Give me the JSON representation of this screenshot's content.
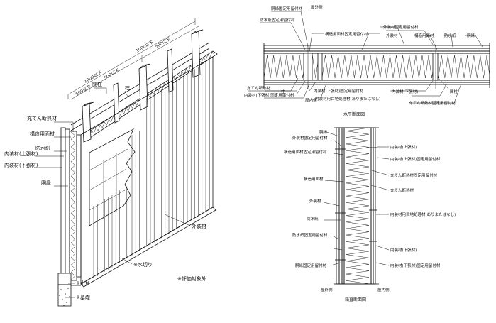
{
  "perspective": {
    "dims": {
      "d1000a": "1000以下",
      "d1000b": "1000以下",
      "d500a": "500以下",
      "d500b": "500以下",
      "d500c": "500以下"
    },
    "labels": {
      "pillar": "柱",
      "stud": "間柱",
      "insulation": "充てん断熱材",
      "structural_board": "構造用面材",
      "waterproof_sheet": "防水紙",
      "inner_upper": "内装材(上張材)",
      "inner_lower": "内装材(下張材)",
      "lath": "胴縁",
      "exterior": "外装材",
      "flashing": "※水切り",
      "sill": "※土台",
      "foundation": "※基礎",
      "note": "※評価対象外"
    }
  },
  "plan": {
    "labels": {
      "outdoor_side": "屋外側",
      "indoor_side": "屋内側",
      "lath_fixing": "胴縁固定用留付材",
      "waterproof_fixing": "防水紙固定用留付材",
      "structural_fixing": "構造用面材固定用留付材",
      "exterior_fixing": "外装材固定用留付材",
      "exterior": "外装材",
      "structural_board": "構造用面材",
      "waterproof_sheet": "防水紙",
      "lath": "胴縁",
      "insulation": "充てん断熱材",
      "pillar": "柱",
      "inner_upper_fixing": "内装材(上張材)固定用留付材",
      "inner_lower_fixing": "内装材(下張材)固定用留付材",
      "inner_joint": "内装材用目地処理材(ありまたはなし)",
      "inner_lower": "内装材(下張材)",
      "stud": "間柱",
      "insulation_fixing": "充てん断熱材固定用留付材"
    },
    "caption": "水平断面図"
  },
  "section": {
    "labels": {
      "lath": "胴縁",
      "exterior_fixing": "外装材固定用留付材",
      "inner_upper": "内装材(上張材)",
      "inner_upper_fixing": "内装材(上張材)固定用留付材",
      "structural_fixing": "構造用面材固定用留付材",
      "insulation_fixing": "充てん断熱材固定用留付材",
      "structural_board": "構造用面材",
      "insulation": "充てん断熱材",
      "exterior": "外装材",
      "inner_joint": "内装材用目地処理材(ありまたはなし)",
      "waterproof_sheet": "防水紙",
      "waterproof_fixing": "防水紙固定用留付材",
      "inner_lower": "内装材(下張材)",
      "inner_lower_fixing": "内装材(下張材)固定用留付材",
      "lath_fixing": "胴縁固定用留付材",
      "outdoor_side": "屋外側",
      "indoor_side": "屋内側"
    },
    "caption": "鉛直断面図"
  }
}
